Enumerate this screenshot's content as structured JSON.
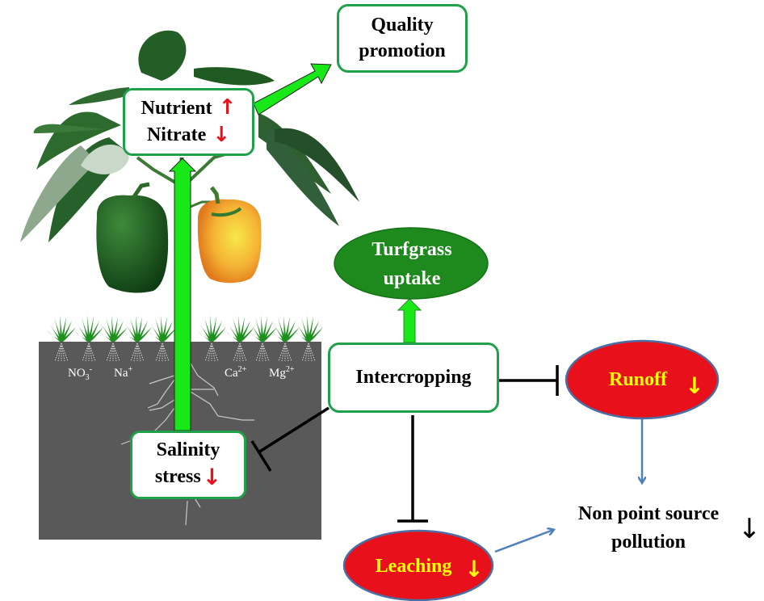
{
  "title": "Pepper-turfgrass intercropping effects diagram",
  "colors": {
    "box_border": "#1fa049",
    "flow_arrow": "#18e818",
    "soil": "#595959",
    "turfgrass_ellipse": "#1e8a1e",
    "loss_ellipse": "#e8101a",
    "loss_ellipse_border": "#4b6fa5",
    "loss_text": "#ffff00",
    "connector_blue": "#4f81bd",
    "increase_arrow": "#e8101a",
    "decrease_arrow": "#e8101a"
  },
  "nodes": {
    "quality": {
      "line1": "Quality",
      "line2": "promotion"
    },
    "nutrient": {
      "line1": "Nutrient",
      "line2": "Nitrate",
      "line1_trend": "↑",
      "line2_trend": "↓"
    },
    "salinity": {
      "line1": "Salinity",
      "line2": "stress",
      "trend": "↓"
    },
    "turfgrass": {
      "line1": "Turfgrass",
      "line2": "uptake"
    },
    "intercropping": {
      "label": "Intercropping"
    },
    "runoff": {
      "label": "Runoff",
      "trend": "↓"
    },
    "leaching": {
      "label": "Leaching",
      "trend": "↓"
    },
    "pollution": {
      "line1": "Non point source",
      "line2": "pollution",
      "trend": "↓"
    }
  },
  "soil_ions": [
    {
      "base": "NO",
      "sub": "3",
      "sup": "-"
    },
    {
      "base": "Na",
      "sub": "",
      "sup": "+"
    },
    {
      "base": "Ca",
      "sub": "",
      "sup": "2+"
    },
    {
      "base": "Mg",
      "sub": "",
      "sup": "2+"
    }
  ],
  "relations": [
    {
      "from": "salinity",
      "to": "nutrient",
      "type": "promote"
    },
    {
      "from": "nutrient",
      "to": "quality",
      "type": "promote"
    },
    {
      "from": "intercropping",
      "to": "turfgrass",
      "type": "promote"
    },
    {
      "from": "intercropping",
      "to": "salinity",
      "type": "inhibit"
    },
    {
      "from": "intercropping",
      "to": "runoff",
      "type": "inhibit"
    },
    {
      "from": "intercropping",
      "to": "leaching",
      "type": "inhibit"
    },
    {
      "from": "runoff",
      "to": "pollution",
      "type": "leads-to"
    },
    {
      "from": "leaching",
      "to": "pollution",
      "type": "leads-to"
    }
  ]
}
